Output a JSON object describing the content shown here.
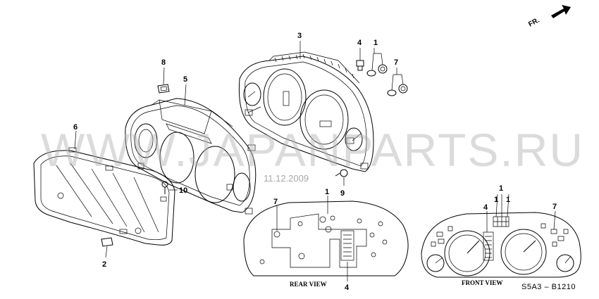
{
  "watermark": "WWW.JAPANPARTS.RU",
  "date_stamp": "11.12.2009",
  "direction_arrow": {
    "label": "FR."
  },
  "part_callouts": {
    "p1_top": "1",
    "p2": "2",
    "p3": "3",
    "p4_top": "4",
    "p5": "5",
    "p6": "6",
    "p7_top": "7",
    "p8": "8",
    "p9": "9",
    "p10": "10"
  },
  "rear_view": {
    "caption": "REAR VIEW",
    "callout_1": "1",
    "callout_4": "4",
    "callout_7": "7"
  },
  "front_view": {
    "caption": "FRONT VIEW",
    "callout_1a": "1",
    "callout_1b": "1",
    "callout_1c": "1",
    "callout_4": "4",
    "callout_7": "7"
  },
  "diagram_code": "S5A3 – B1210"
}
